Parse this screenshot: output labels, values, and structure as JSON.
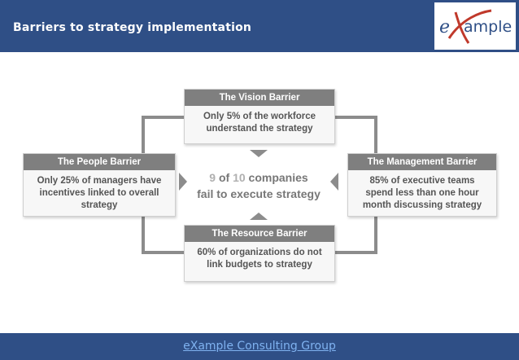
{
  "header": {
    "title": "Barriers to strategy implementation",
    "logo_text_e": "e",
    "logo_text_x": "X",
    "logo_text_ample": "ample"
  },
  "footer": {
    "text": "eXample Consulting Group"
  },
  "diagram": {
    "vision": {
      "title": "The Vision Barrier",
      "line1": "Only 5% of the workforce",
      "line2": "understand the strategy"
    },
    "people": {
      "title": "The People Barrier",
      "line1": "Only 25% of managers have",
      "line2": "incentives linked to overall",
      "line3": "strategy"
    },
    "management": {
      "title": "The Management Barrier",
      "line1": "85% of executive teams",
      "line2": "spend less than one hour",
      "line3": "month discussing strategy"
    },
    "resource": {
      "title": "The Resource Barrier",
      "line1": "60% of organizations do not",
      "line2": "link budgets to strategy"
    },
    "center": {
      "num1": "9",
      "of": " of ",
      "num2": "10",
      "rest1": " companies",
      "line2": "fail to execute strategy"
    }
  },
  "colors": {
    "header_bg": "#2f4f86",
    "box_header": "#7f7f7f",
    "connector": "#8c8c8c",
    "logo_red": "#c0392b",
    "logo_blue": "#2f4f86"
  }
}
